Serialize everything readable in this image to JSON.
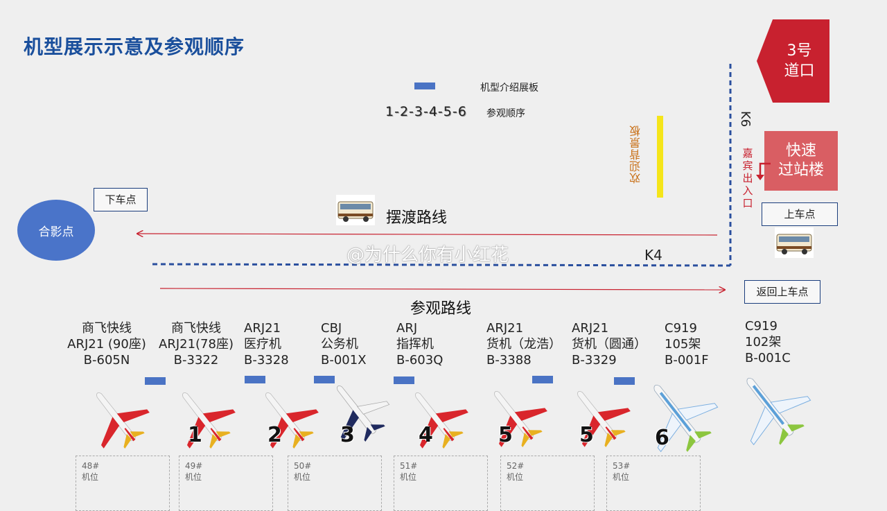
{
  "title": "机型展示示意及参观顺序",
  "legend": {
    "board_label": "机型介绍展板",
    "sequence_example": "1-2-3-4-5-6",
    "sequence_label": "参观顺序"
  },
  "gate": {
    "line1": "3号",
    "line2": "道口"
  },
  "terminal": {
    "line1": "快速",
    "line2": "过站楼"
  },
  "vip_exit": "嘉宾出入口",
  "road_labels": {
    "k6": "K6",
    "k4": "K4"
  },
  "welcome_board": "欢迎背景板",
  "dropoff": "下车点",
  "pickup": "上车点",
  "return_pickup": "返回上车点",
  "photo_spot": "合影点",
  "shuttle_route": "摆渡路线",
  "visit_route": "参观路线",
  "watermark": "@为什么你有小红花",
  "aircraft": [
    {
      "line1": "商飞快线",
      "line2": "ARJ21 (90座)",
      "line3": "B-605N",
      "seq": "",
      "livery": "red"
    },
    {
      "line1": "商飞快线",
      "line2": "ARJ21(78座)",
      "line3": "B-3322",
      "seq": "1",
      "livery": "red"
    },
    {
      "line1": "ARJ21",
      "line2": "医疗机",
      "line3": "B-3328",
      "seq": "2",
      "livery": "red"
    },
    {
      "line1": "CBJ",
      "line2": "公务机",
      "line3": "B-001X",
      "seq": "3",
      "livery": "navy"
    },
    {
      "line1": "ARJ",
      "line2": "指挥机",
      "line3": "B-603Q",
      "seq": "4",
      "livery": "red"
    },
    {
      "line1": "ARJ21",
      "line2": "货机（龙浩）",
      "line3": "B-3388",
      "seq": "5",
      "livery": "red"
    },
    {
      "line1": "ARJ21",
      "line2": "货机（圆通）",
      "line3": "B-3329",
      "seq": "5",
      "livery": "red"
    },
    {
      "line1": "C919",
      "line2": "105架",
      "line3": "B-001F",
      "seq": "6",
      "livery": "c919"
    },
    {
      "line1": "C919",
      "line2": "102架",
      "line3": "B-001C",
      "seq": "",
      "livery": "c919"
    }
  ],
  "stands": [
    {
      "number": "48#",
      "label": "机位"
    },
    {
      "number": "49#",
      "label": "机位"
    },
    {
      "number": "50#",
      "label": "机位"
    },
    {
      "number": "51#",
      "label": "机位"
    },
    {
      "number": "52#",
      "label": "机位"
    },
    {
      "number": "53#",
      "label": "机位"
    }
  ],
  "colors": {
    "title": "#1a4f9c",
    "gate": "#c8212f",
    "terminal": "#d95e63",
    "board": "#4a73c4",
    "route_arrow": "#c8212f",
    "dashed_road": "#2a4f9e",
    "welcome_board": "#f5e51a",
    "photo_spot": "#4a74c9"
  }
}
